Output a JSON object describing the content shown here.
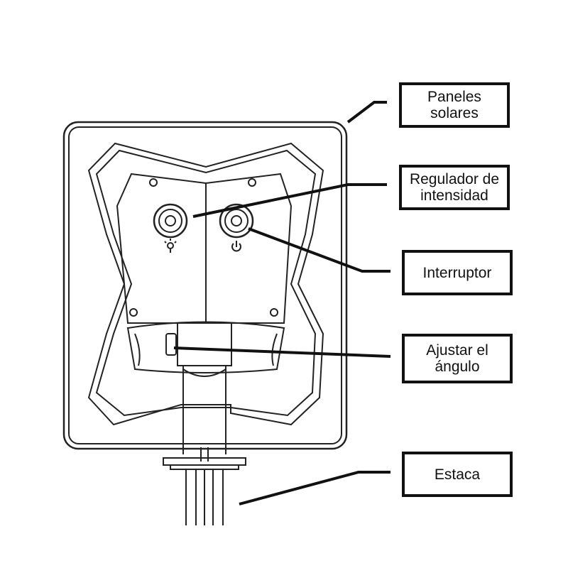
{
  "labels": {
    "solar_panels": "Paneles solares",
    "dimmer": "Regulador de intensidad",
    "switch": "Interruptor",
    "angle": "Ajustar el ángulo",
    "stake": "Estaca"
  },
  "icons": [
    "light-bulb-icon",
    "power-icon"
  ]
}
